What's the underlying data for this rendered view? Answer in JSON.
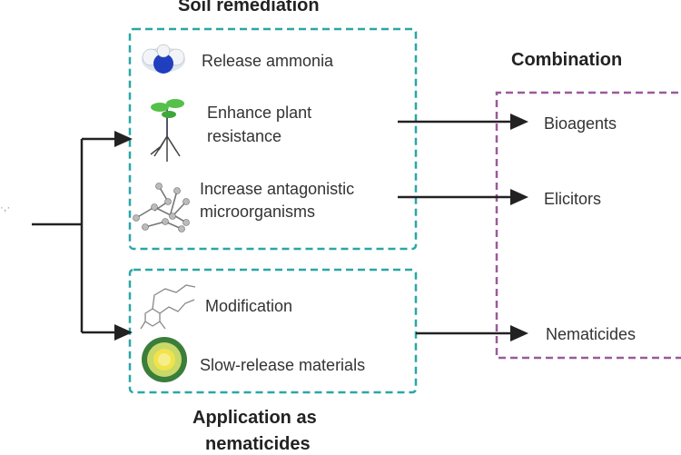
{
  "groups": {
    "soil_remediation": {
      "title": "Soil remediation",
      "items": [
        {
          "label": "Release ammonia",
          "icon": "ammonia-molecule-icon"
        },
        {
          "label_line1": "Enhance plant",
          "label_line2": "resistance",
          "icon": "plant-seedling-icon"
        },
        {
          "label_line1": "Increase antagonistic",
          "label_line2": "microorganisms",
          "icon": "microorganism-icon"
        }
      ],
      "border_color": "#2aa6a6"
    },
    "application": {
      "title_line1": "Application as",
      "title_line2": "nematicides",
      "items": [
        {
          "label": "Modification",
          "icon": "chemical-structure-icon"
        },
        {
          "label": "Slow-release materials",
          "icon": "capsule-icon"
        }
      ],
      "border_color": "#2aa6a6"
    },
    "combination": {
      "title": "Combination",
      "items": [
        "Bioagents",
        "Elicitors",
        "Nematicides"
      ],
      "border_color": "#9a5a9a"
    }
  }
}
